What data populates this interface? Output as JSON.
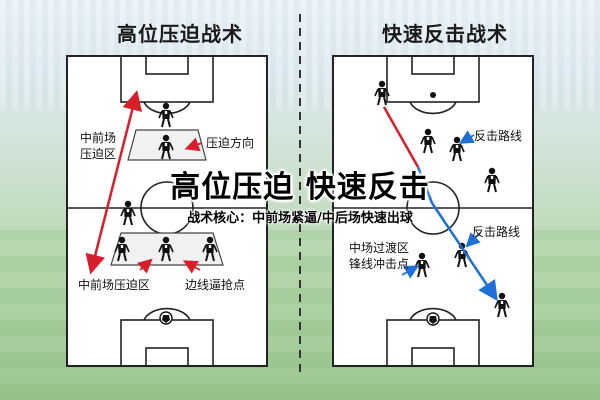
{
  "left_panel": {
    "title": "高位压迫战术",
    "labels": {
      "midfield_press_zone": "中前场\n压迫区",
      "press_direction": "压迫方向",
      "midfield_press_zone_bottom": "中前场压迫区",
      "sideline_trap": "边线逼抢点"
    }
  },
  "right_panel": {
    "title": "快速反击战术",
    "labels": {
      "counter_route_top": "反击路线",
      "counter_route_bottom": "反击路线",
      "midfield_transition": "中场过渡区\n锋线冲击点"
    }
  },
  "banner": {
    "main": "高位压迫 快速反击",
    "sub": "战术核心：中前场紧逼/中后场快速出球"
  },
  "colors": {
    "press_arrow": "#d81e2a",
    "counter_arrow": "#1e6fd8",
    "label_arrow_blue": "#1e6fd8",
    "line": "#222222"
  }
}
